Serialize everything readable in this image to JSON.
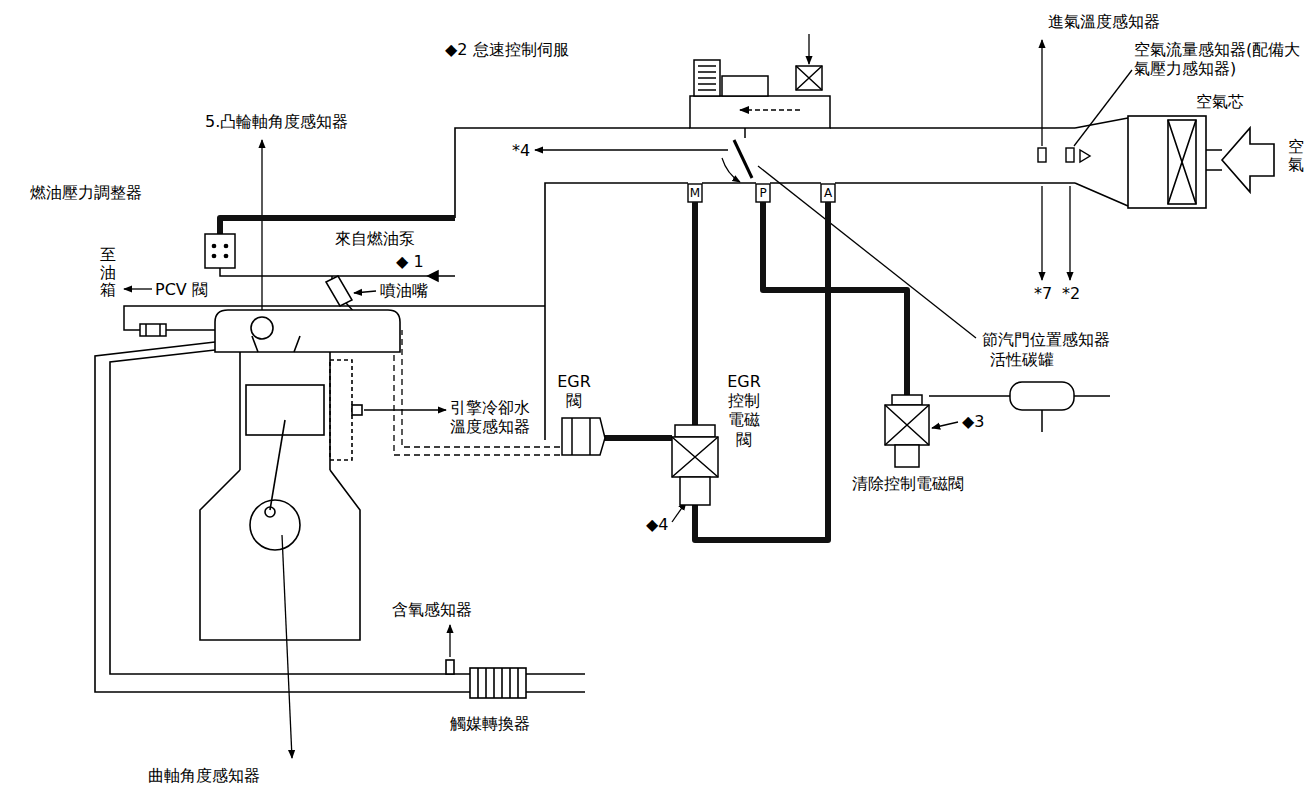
{
  "diagram": {
    "labels": [
      "進氣溫度感知器",
      "◆2 怠速控制伺服",
      "空氣流量感知器(配備大 氣壓力感知器)",
      "空氣芯",
      "空氣",
      "5.凸輪軸角度感知器",
      "*4",
      "M",
      "P",
      "A",
      "*7",
      "*2",
      "燃油壓力調整器",
      "節汽門位置感知器",
      "來自燃油泵",
      "◆ 1",
      "至油箱",
      "PCV 閥",
      "噴油嘴",
      "EGR 閥",
      "EGR 控制 電磁 閥",
      "活性碳罐",
      "◆3",
      "引擎冷卻水 溫度感知器",
      "清除控制電磁閥",
      "◆4",
      "含氧感知器",
      "觸媒轉換器",
      "曲軸角度感知器"
    ]
  }
}
